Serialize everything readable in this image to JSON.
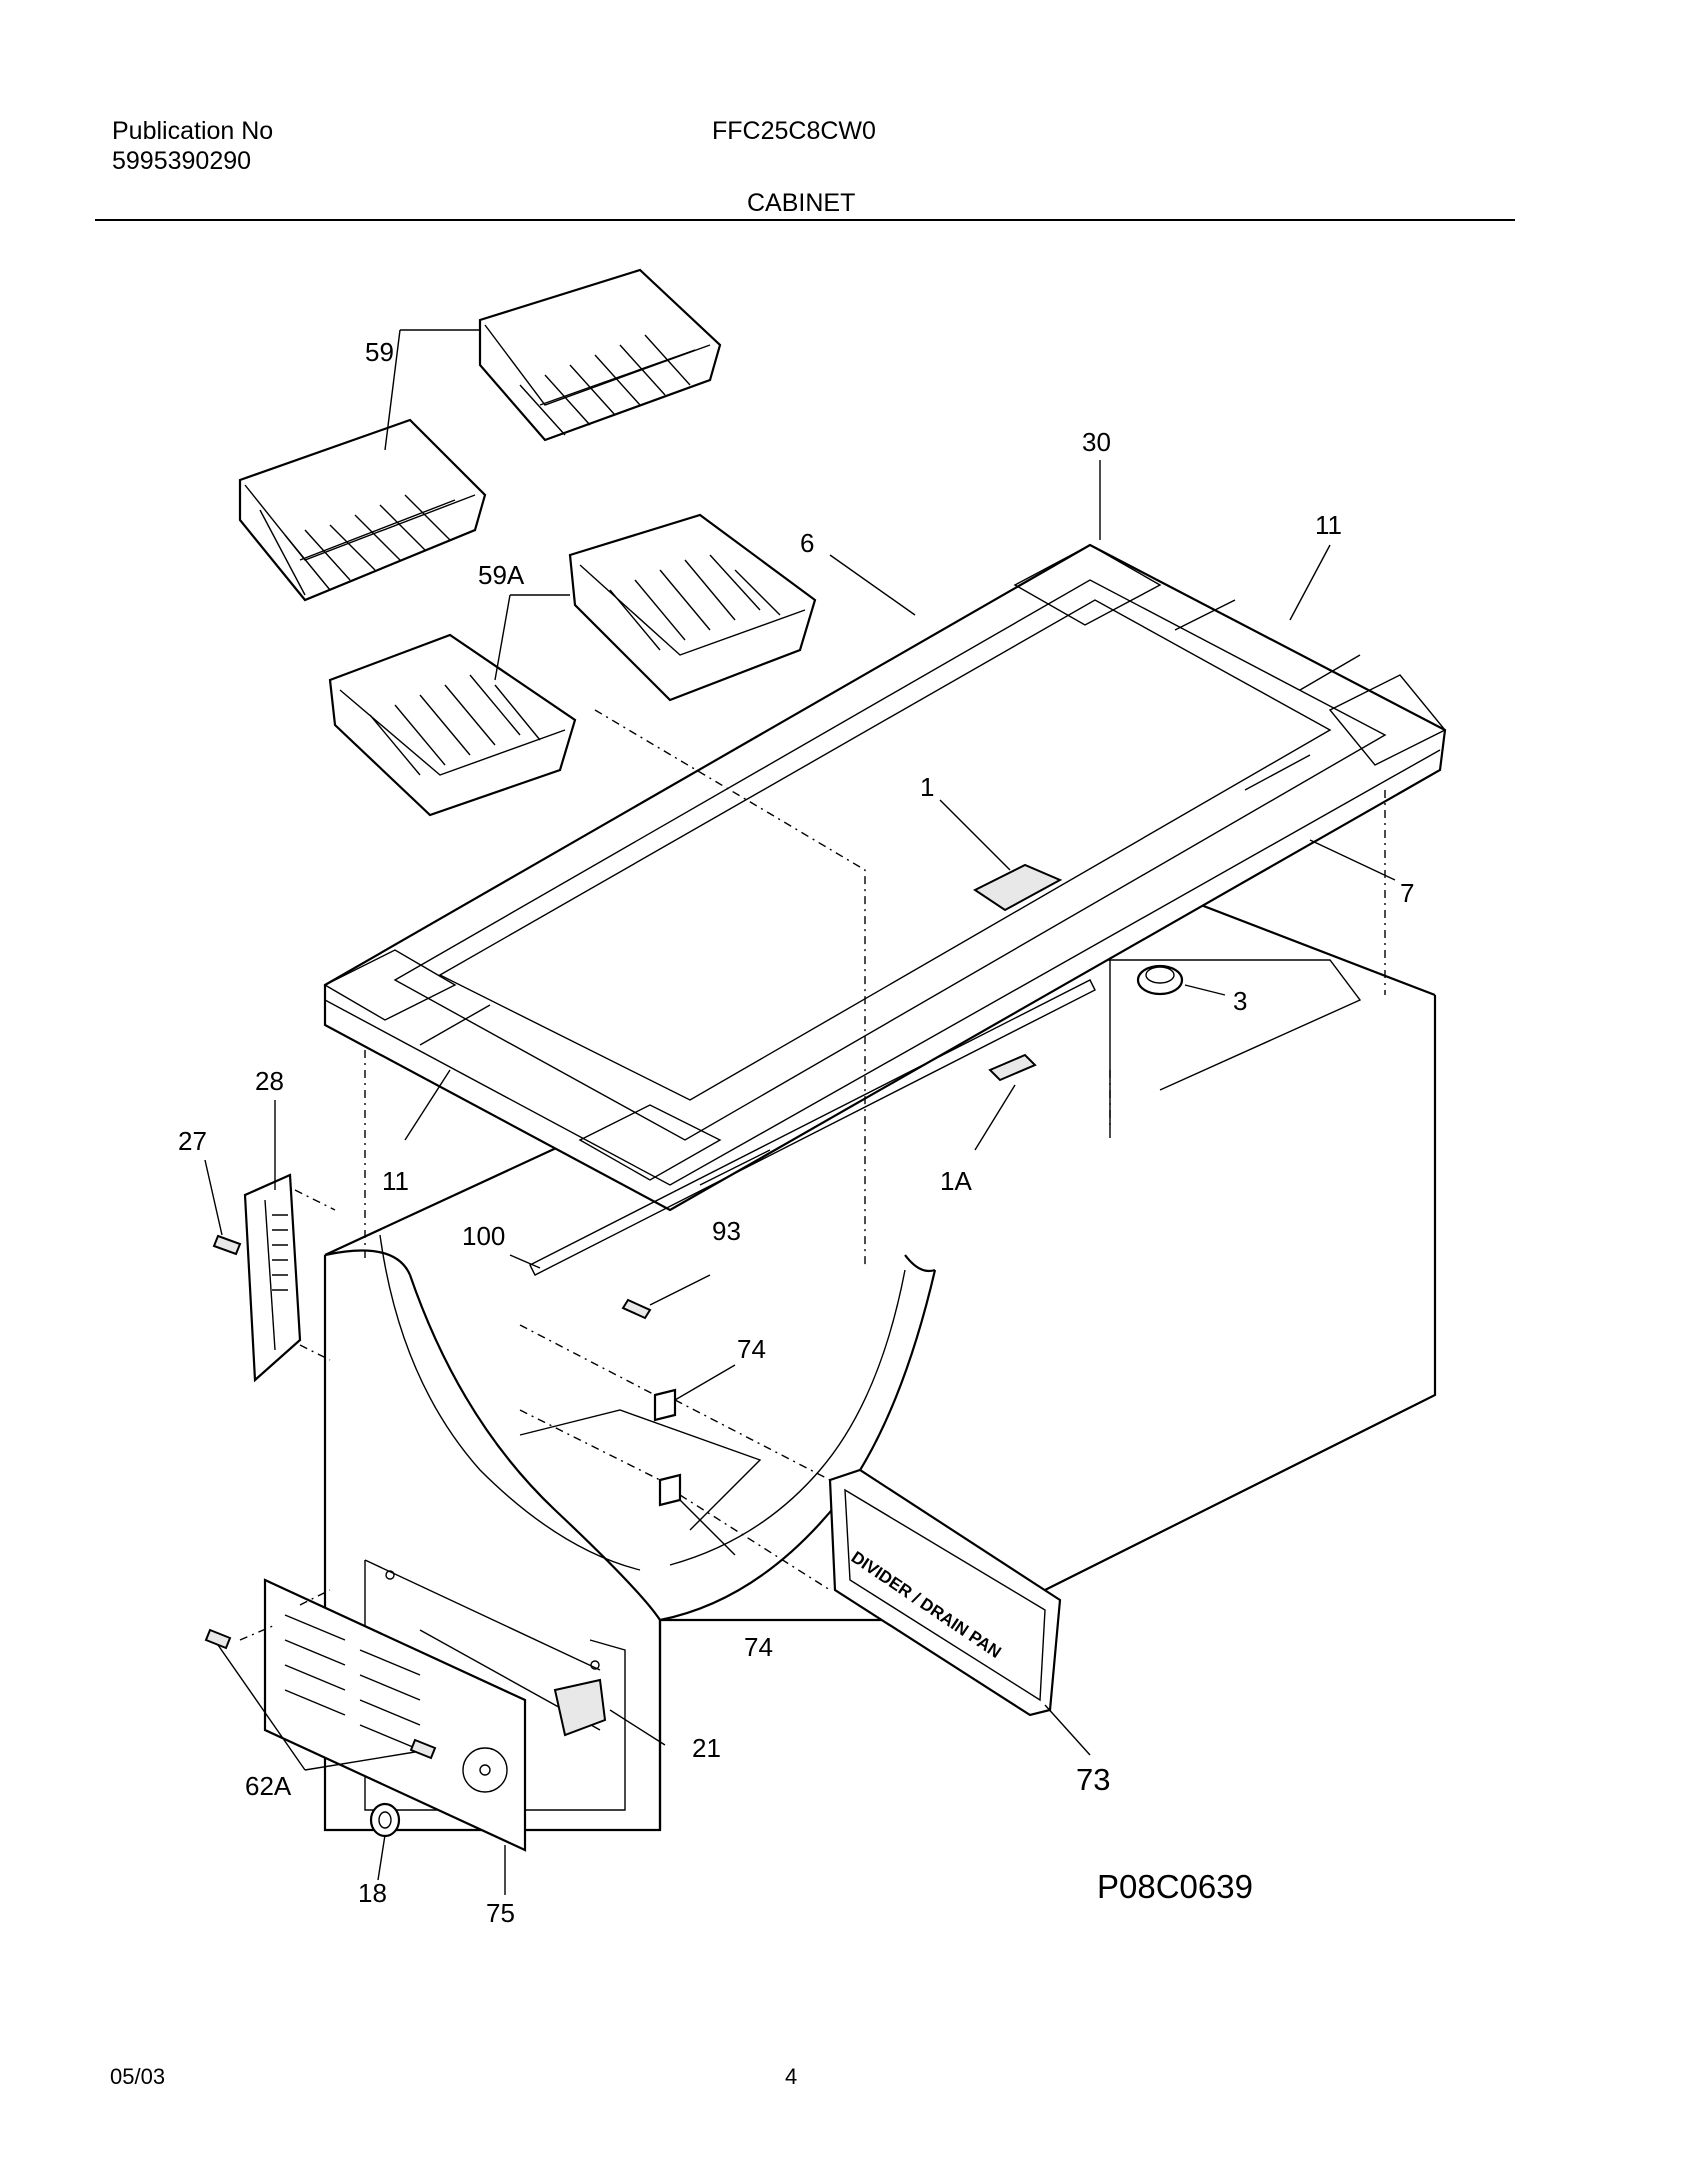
{
  "header": {
    "publication_label": "Publication No",
    "publication_number": "5995390290",
    "model": "FFC25C8CW0",
    "section": "CABINET"
  },
  "diagram": {
    "drawing_id": "P08C0639",
    "drain_pan_text": "DIVIDER / DRAIN PAN",
    "callouts": {
      "c59": "59",
      "c59A": "59A",
      "c30": "30",
      "c6": "6",
      "c11_top": "11",
      "c1": "1",
      "c7": "7",
      "c3": "3",
      "c28": "28",
      "c27": "27",
      "c11_bottom": "11",
      "c1A": "1A",
      "c100": "100",
      "c93": "93",
      "c74_top": "74",
      "c74_bottom": "74",
      "c73": "73",
      "c21": "21",
      "c62A": "62A",
      "c18": "18",
      "c75": "75"
    }
  },
  "footer": {
    "date": "05/03",
    "page": "4"
  }
}
